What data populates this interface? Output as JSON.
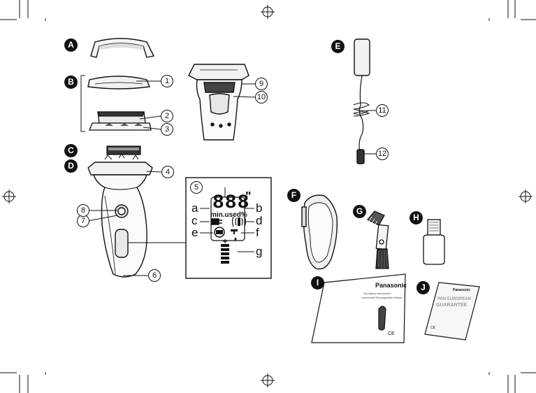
{
  "parts": {
    "A": "A",
    "B": "B",
    "C": "C",
    "D": "D",
    "E": "E",
    "F": "F",
    "G": "G",
    "H": "H",
    "I": "I",
    "J": "J"
  },
  "callouts": {
    "n1": "1",
    "n2": "2",
    "n3": "3",
    "n4": "4",
    "n5": "5",
    "n6": "6",
    "n7": "7",
    "n8": "8",
    "n9": "9",
    "n10": "10",
    "n11": "11",
    "n12": "12"
  },
  "display": {
    "digits": "888",
    "seconds_mark": "\"",
    "min_used": "min.used%",
    "letters": {
      "a": "a",
      "b": "b",
      "c": "c",
      "d": "d",
      "e": "e",
      "f": "f",
      "g": "g"
    }
  },
  "manual": {
    "brand": "Panasonic",
    "title": "Operating Instructions",
    "subtitle": "Household Rechargeable Shaver",
    "footer_mark": "CE"
  },
  "guarantee": {
    "brand": "Panasonic",
    "title_line1": "PAN EUROPEAN",
    "title_line2": "GUARANTEE",
    "footer_mark": "CE"
  }
}
